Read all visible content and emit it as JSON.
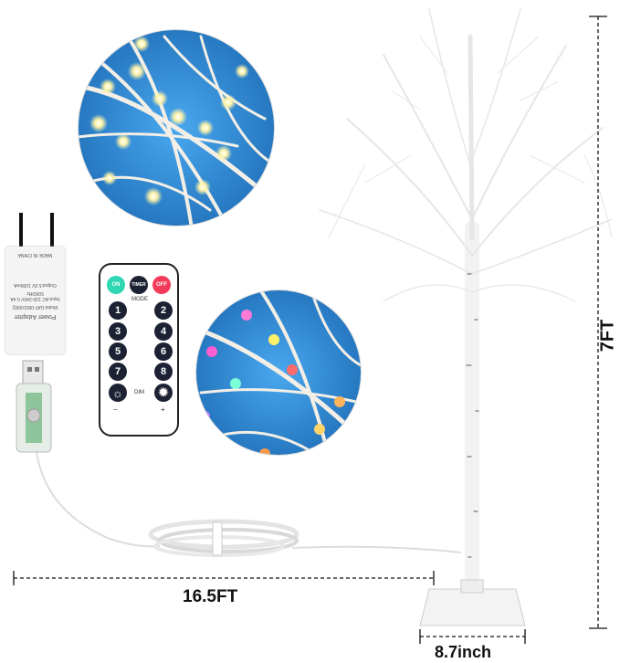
{
  "dimensions": {
    "height": "7FT",
    "cable_length": "16.5FT",
    "base_width": "8.7inch"
  },
  "remote": {
    "top_buttons": [
      {
        "label": "ON",
        "color": "#2fd6b3"
      },
      {
        "label": "TIMER",
        "color": "#1c2233"
      },
      {
        "label": "OFF",
        "color": "#f23b5a"
      }
    ],
    "mode_label": "MODE",
    "mode_buttons": [
      "1",
      "2",
      "3",
      "4",
      "5",
      "6",
      "7",
      "8"
    ],
    "dim_label": "DIM",
    "minus": "−",
    "plus": "+"
  },
  "adapter": {
    "made_in": "MADE IN CHINA",
    "label": "Power Adapter",
    "model": "Model:GAT-0501000Q",
    "input": "Input:AC 100-240V 0.4A 50/60Hz",
    "output": "Output:5.0V 1000mA"
  },
  "colors": {
    "circle_bg": "#2f8fd8",
    "warm_light": "#fff3a8",
    "tree": "#f2f2f2"
  }
}
